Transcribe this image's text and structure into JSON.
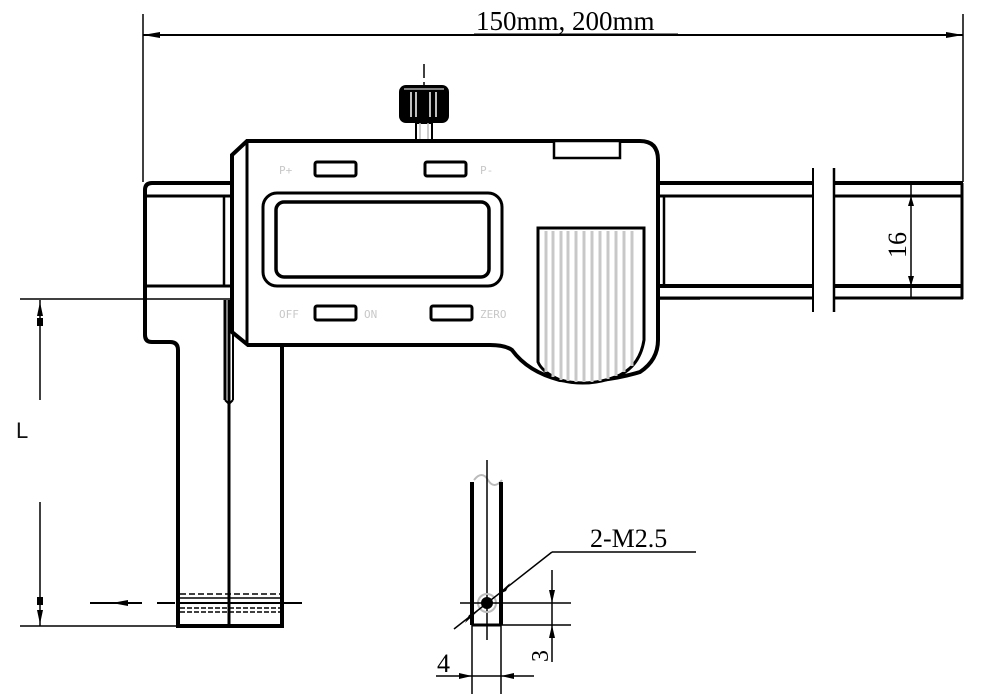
{
  "diagram": {
    "title": "Digital caliper with internal groove jaws - dimension drawing",
    "dimensions": {
      "overall_length": "150mm, 200mm",
      "beam_height": "16",
      "jaw_length": "L",
      "thread_spec": "2-M2.5",
      "tip_width": "4",
      "tip_offset": "3"
    },
    "buttons": {
      "p_plus": "P+",
      "p_minus": "P-",
      "off": "OFF",
      "on": "ON",
      "zero": "ZERO"
    },
    "colors": {
      "line": "#000000",
      "button_label": "#c8c8c8",
      "knurl": "#c8c8c8"
    }
  }
}
